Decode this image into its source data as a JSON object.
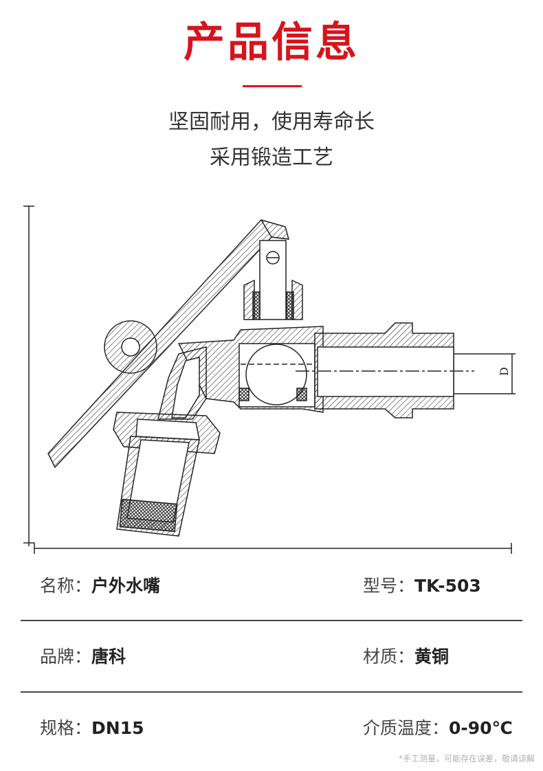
{
  "header": {
    "title": "产品信息",
    "subtitle_line1": "坚固耐用，使用寿命长",
    "subtitle_line2": "采用锻造工艺"
  },
  "drawing": {
    "dimension_label": "D"
  },
  "specs": [
    {
      "label": "名称：",
      "value": "户外水嘴"
    },
    {
      "label": "型号：",
      "value": "TK-503"
    },
    {
      "label": "品牌：",
      "value": "唐科"
    },
    {
      "label": "材质：",
      "value": "黄铜"
    },
    {
      "label": "规格：",
      "value": "DN15"
    },
    {
      "label": "介质温度：",
      "value": "0-90℃"
    }
  ],
  "footnote": "*手工测量，可能存在误差，敬请谅解",
  "colors": {
    "accent": "#d7141c",
    "text": "#333333",
    "divider": "#444444"
  }
}
